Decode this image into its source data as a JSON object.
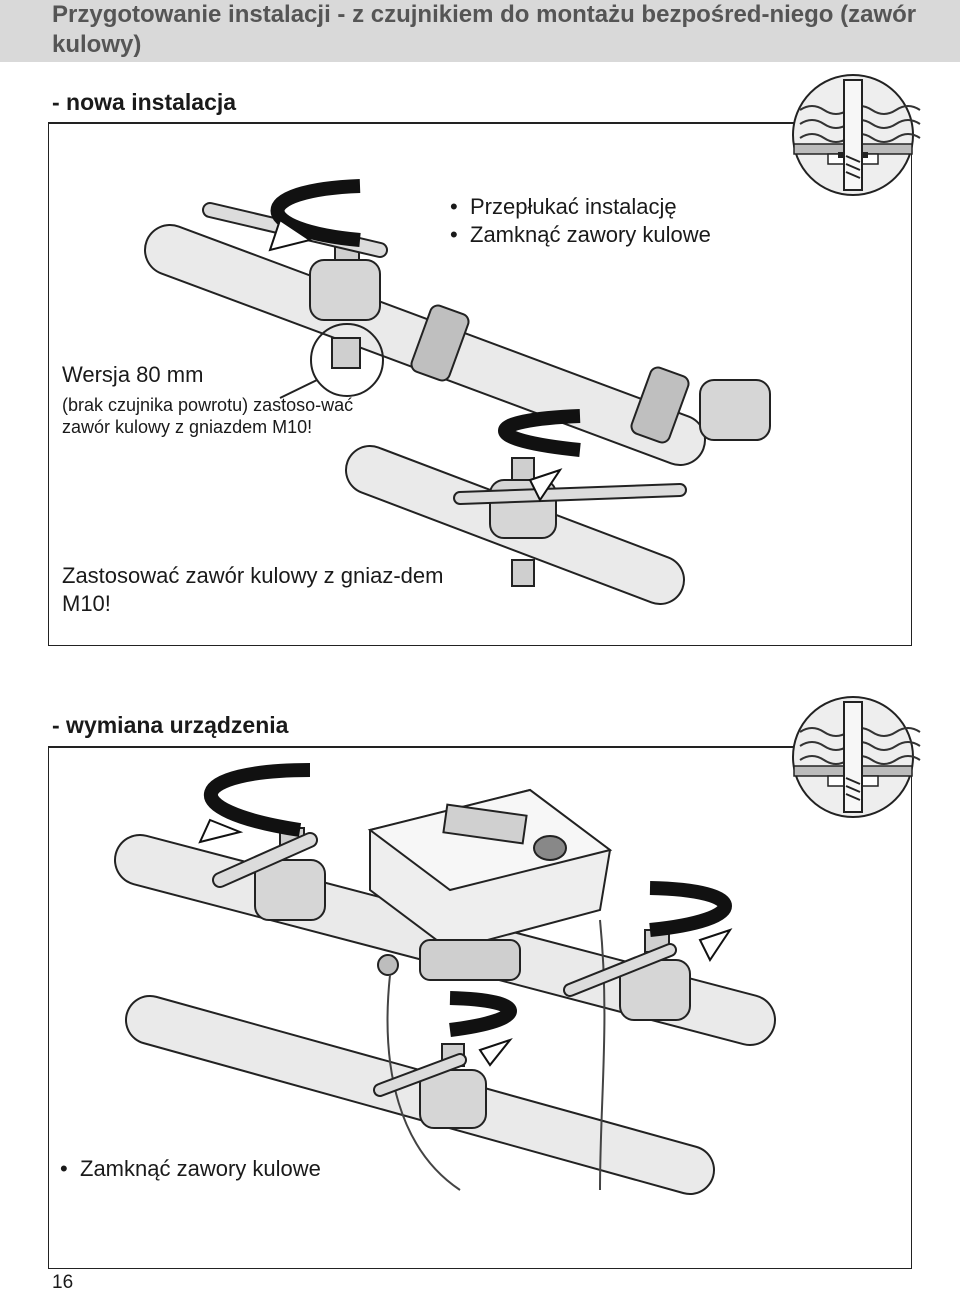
{
  "header": {
    "title": "Przygotowanie instalacji - z czujnikiem do montażu bezpośred-niego (zawór kulowy)"
  },
  "section1": {
    "title": "- nowa instalacja",
    "bullets": [
      "Przepłukać instalację",
      "Zamknąć zawory kulowe"
    ],
    "note_title": "Wersja 80 mm",
    "note_body": "(brak czujnika powrotu) zastoso-wać zawór kulowy z gniazdem M10!",
    "note_bottom": "Zastosować zawór kulowy z gniaz-dem M10!"
  },
  "section2": {
    "title": "- wymiana urządzenia",
    "bullets": [
      "Zamknąć zawory kulowe"
    ]
  },
  "page": {
    "number": "16"
  }
}
